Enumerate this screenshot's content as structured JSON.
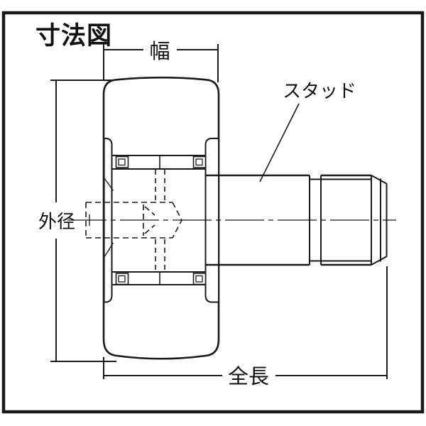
{
  "title": "寸法図",
  "labels": {
    "width": "幅",
    "outer_diameter": "外径",
    "total_length": "全長",
    "stud": "スタッド"
  },
  "colors": {
    "line": "#1a1a1a",
    "roller_fill": "#dfe3ea",
    "background": "#ffffff"
  }
}
